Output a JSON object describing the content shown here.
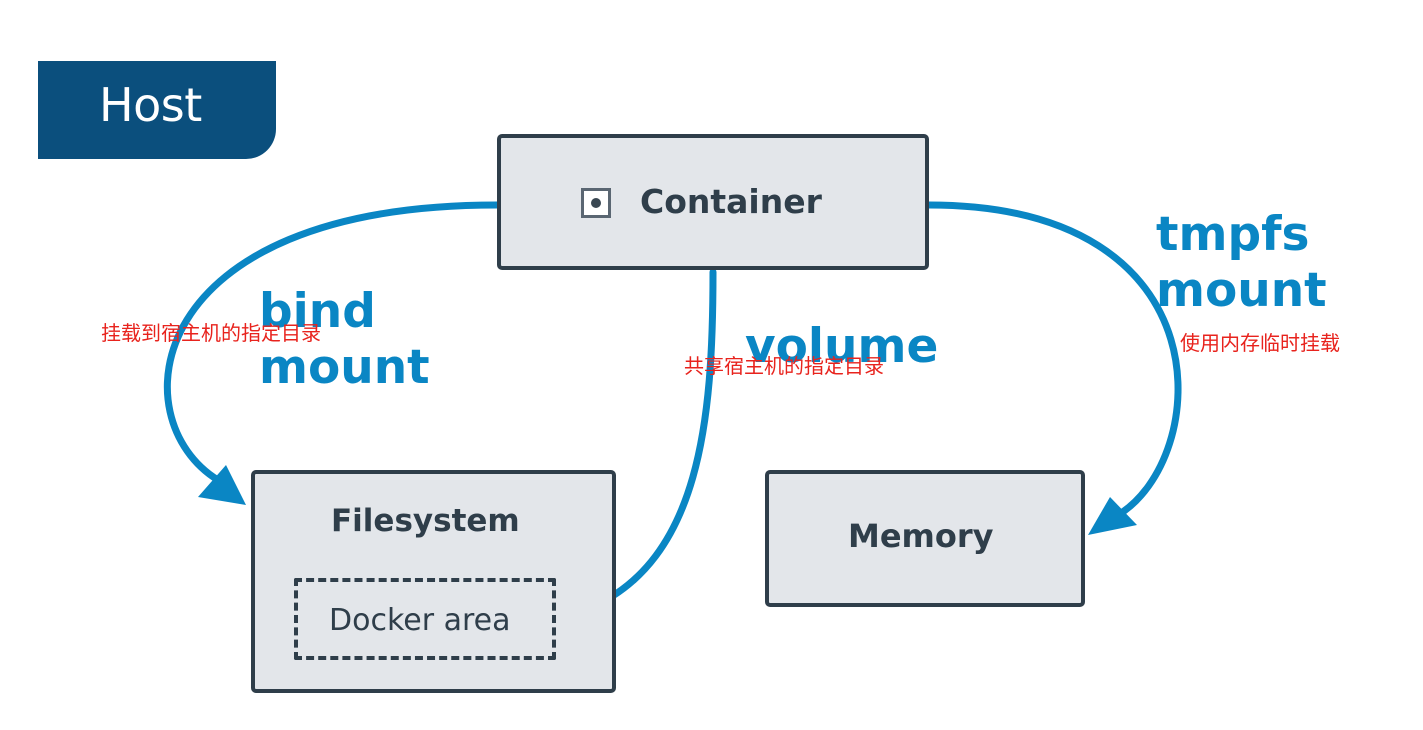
{
  "host": {
    "label": "Host"
  },
  "container": {
    "label": "Container",
    "icon": "container-icon"
  },
  "filesystem": {
    "label": "Filesystem",
    "docker_area_label": "Docker area"
  },
  "memory": {
    "label": "Memory"
  },
  "mounts": {
    "bind": {
      "lines": [
        "bind",
        "mount"
      ],
      "annotation": "挂载到宿主机的指定目录"
    },
    "volume": {
      "label": "volume",
      "annotation": "共享宿主机的指定目录"
    },
    "tmpfs": {
      "lines": [
        "tmpfs",
        "mount"
      ],
      "annotation": "使用内存临时挂载"
    }
  },
  "colors": {
    "host_tab": "#0b4f7d",
    "arrow": "#0a86c4",
    "box_fill": "#e3e6ea",
    "box_border": "#2f3e4a",
    "annotation": "#e8231d"
  }
}
